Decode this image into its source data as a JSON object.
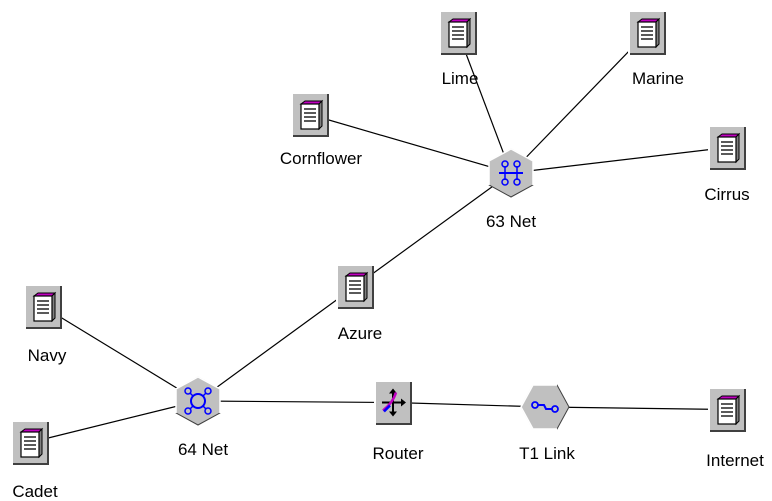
{
  "nodes": {
    "lime": {
      "label": "Lime",
      "icon": "server-icon"
    },
    "marine": {
      "label": "Marine",
      "icon": "server-icon"
    },
    "cornflower": {
      "label": "Cornflower",
      "icon": "server-icon"
    },
    "cirrus": {
      "label": "Cirrus",
      "icon": "server-icon"
    },
    "net63": {
      "label": "63 Net",
      "icon": "bus-hub-icon"
    },
    "azure": {
      "label": "Azure",
      "icon": "server-icon"
    },
    "navy": {
      "label": "Navy",
      "icon": "server-icon"
    },
    "net64": {
      "label": "64 Net",
      "icon": "ring-hub-icon"
    },
    "router": {
      "label": "Router",
      "icon": "router-icon"
    },
    "t1link": {
      "label": "T1 Link",
      "icon": "link-icon"
    },
    "internet": {
      "label": "Internet",
      "icon": "server-icon"
    },
    "cadet": {
      "label": "Cadet",
      "icon": "server-icon"
    }
  },
  "edges": [
    [
      "lime",
      "net63"
    ],
    [
      "marine",
      "net63"
    ],
    [
      "cornflower",
      "net63"
    ],
    [
      "cirrus",
      "net63"
    ],
    [
      "net63",
      "azure"
    ],
    [
      "azure",
      "net64"
    ],
    [
      "navy",
      "net64"
    ],
    [
      "cadet",
      "net64"
    ],
    [
      "net64",
      "router"
    ],
    [
      "router",
      "t1link"
    ],
    [
      "t1link",
      "internet"
    ]
  ],
  "colors": {
    "tile": "#c0c0c0",
    "tile_highlight": "#ffffff",
    "tile_shadow": "#404040",
    "server_accent": "#c000c0",
    "hub_icon": "#0000ff",
    "line": "#000000"
  }
}
